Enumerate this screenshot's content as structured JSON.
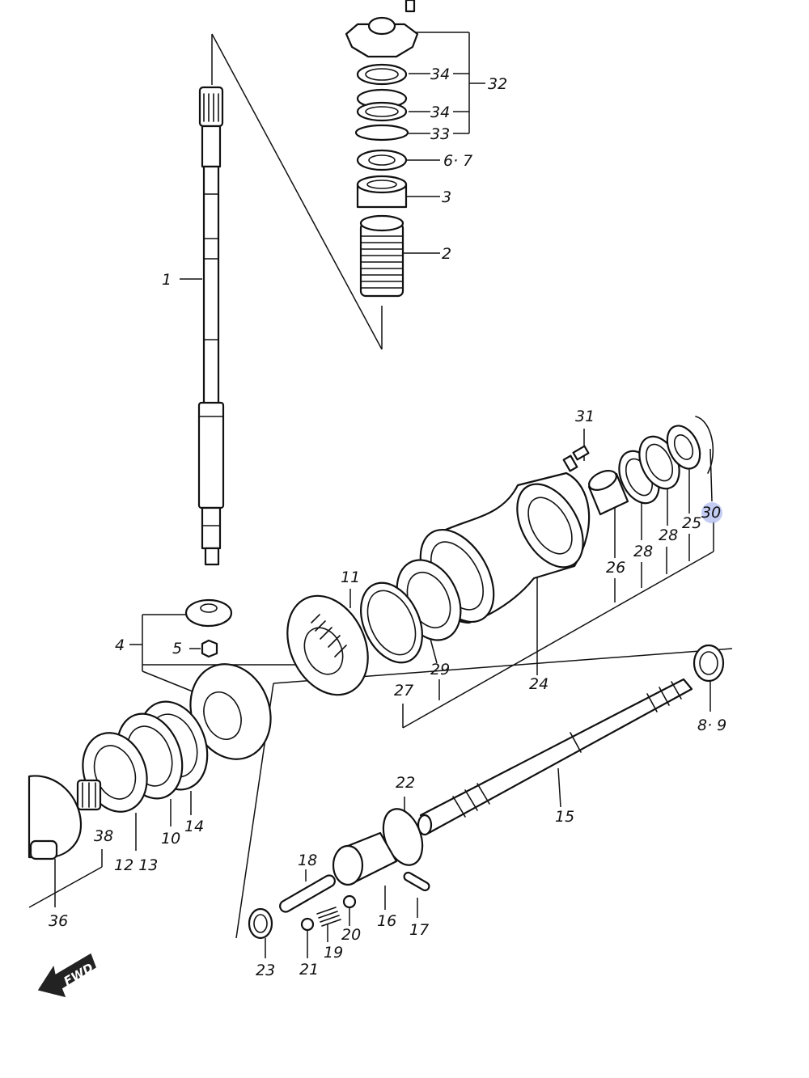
{
  "diagram": {
    "callouts": [
      {
        "id": "p1",
        "text": "1"
      },
      {
        "id": "p2",
        "text": "2"
      },
      {
        "id": "p3",
        "text": "3"
      },
      {
        "id": "p4",
        "text": "4"
      },
      {
        "id": "p5",
        "text": "5"
      },
      {
        "id": "p67",
        "text": "6· 7"
      },
      {
        "id": "p89",
        "text": "8· 9"
      },
      {
        "id": "p10",
        "text": "10"
      },
      {
        "id": "p11",
        "text": "11"
      },
      {
        "id": "p12_13",
        "text": "12 13"
      },
      {
        "id": "p14",
        "text": "14"
      },
      {
        "id": "p15",
        "text": "15"
      },
      {
        "id": "p16",
        "text": "16"
      },
      {
        "id": "p17",
        "text": "17"
      },
      {
        "id": "p18",
        "text": "18"
      },
      {
        "id": "p19",
        "text": "19"
      },
      {
        "id": "p20",
        "text": "20"
      },
      {
        "id": "p21",
        "text": "21"
      },
      {
        "id": "p22",
        "text": "22"
      },
      {
        "id": "p23",
        "text": "23"
      },
      {
        "id": "p24",
        "text": "24"
      },
      {
        "id": "p25",
        "text": "25"
      },
      {
        "id": "p26",
        "text": "26"
      },
      {
        "id": "p27",
        "text": "27"
      },
      {
        "id": "p28a",
        "text": "28"
      },
      {
        "id": "p28b",
        "text": "28"
      },
      {
        "id": "p29",
        "text": "29"
      },
      {
        "id": "p30",
        "text": "30"
      },
      {
        "id": "p31",
        "text": "31"
      },
      {
        "id": "p32",
        "text": "32"
      },
      {
        "id": "p33",
        "text": "33"
      },
      {
        "id": "p34a",
        "text": "34"
      },
      {
        "id": "p34b",
        "text": "34"
      },
      {
        "id": "p36",
        "text": "36"
      },
      {
        "id": "p38",
        "text": "38"
      }
    ],
    "fwd_label": "FWD",
    "highlight_color": "#aab8f0"
  }
}
